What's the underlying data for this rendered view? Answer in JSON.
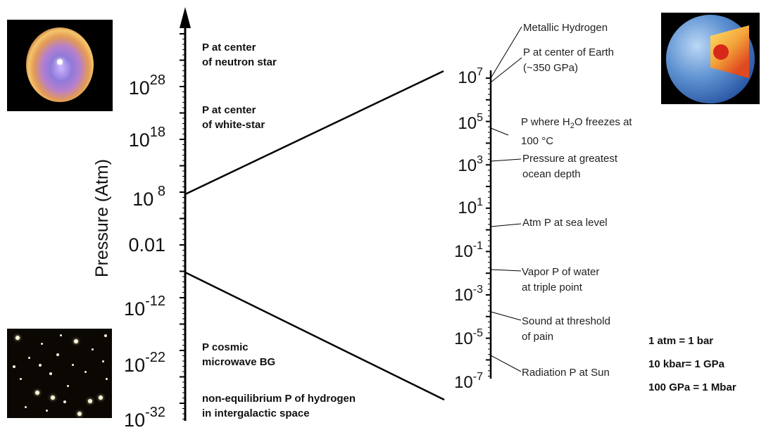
{
  "left_axis": {
    "title": "Pressure (Atm)",
    "tick_labels": [
      {
        "base": "10",
        "exp": "28"
      },
      {
        "base": "10",
        "exp": "18"
      },
      {
        "base": "10",
        "exp": " 8"
      },
      {
        "base": "0.01",
        "exp": ""
      },
      {
        "base": "10",
        "exp": "-12"
      },
      {
        "base": "10",
        "exp": "-22"
      },
      {
        "base": "10",
        "exp": "-32"
      }
    ],
    "annotations": [
      {
        "line1": "P at center",
        "line2": "of neutron star"
      },
      {
        "line1": "P at center",
        "line2": "of white-star"
      },
      {
        "line1": "P cosmic",
        "line2": "microwave BG"
      },
      {
        "line1": "non-equilibrium P of  hydrogen",
        "line2": "in intergalactic space"
      }
    ]
  },
  "right_axis": {
    "tick_labels": [
      {
        "base": "10",
        "exp": "7"
      },
      {
        "base": "10",
        "exp": "5"
      },
      {
        "base": "10",
        "exp": "3"
      },
      {
        "base": "10",
        "exp": "1"
      },
      {
        "base": "10",
        "exp": "-1"
      },
      {
        "base": "10",
        "exp": "-3"
      },
      {
        "base": "10",
        "exp": "-5"
      },
      {
        "base": "10",
        "exp": "-7"
      }
    ],
    "annotations": [
      {
        "line1": "Metallic Hydrogen"
      },
      {
        "line1": "P at center of Earth",
        "line2": "(~350 GPa)"
      },
      {
        "line1_a": "P where H",
        "sub": "2",
        "line1_b": "O freezes at",
        "line2": "100 °C"
      },
      {
        "line1": "Pressure at greatest",
        "line2": "ocean depth"
      },
      {
        "line1": "Atm P at sea level"
      },
      {
        "line1": "Vapor P of water",
        "line2": " at triple point"
      },
      {
        "line1": "Sound at threshold",
        "line2": "of pain"
      },
      {
        "line1": "Radiation P at Sun"
      }
    ]
  },
  "conversions": [
    "1 atm = 1 bar",
    "10 kbar= 1 GPa",
    "100 GPa = 1 Mbar"
  ],
  "images": [
    "planetary-nebula",
    "star-field",
    "earth-cutaway"
  ]
}
